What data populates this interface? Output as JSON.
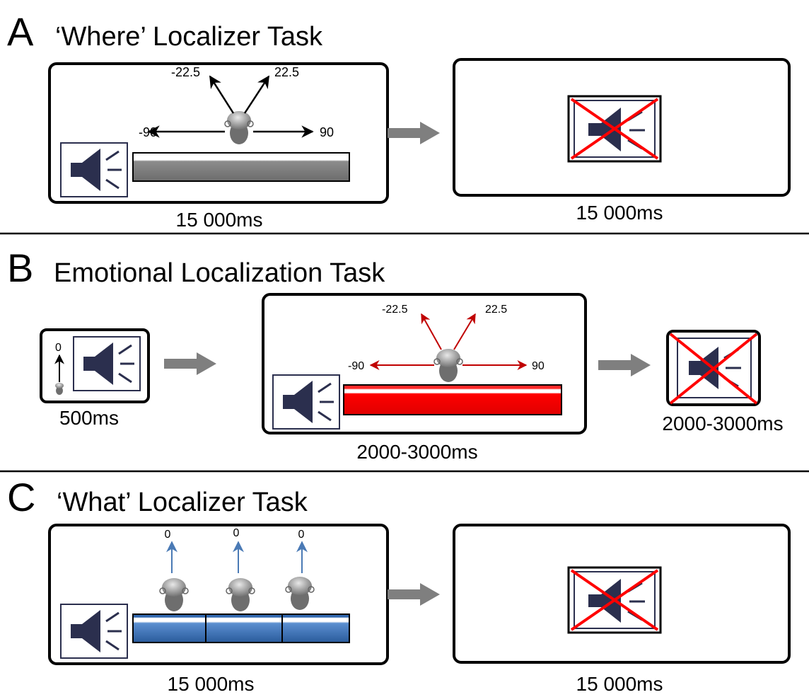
{
  "panels": [
    {
      "letter": "A",
      "title": "‘Where’ Localizer Task",
      "stim_time": "15 000ms",
      "silence_time": "15 000ms",
      "angles": {
        "left_up": "-22.5",
        "right_up": "22.5",
        "left": "-90",
        "right": "90"
      },
      "arrow_color": "#000000",
      "bar_color": "#7a7a7a"
    },
    {
      "letter": "B",
      "title": "Emotional Localization Task",
      "cue_time": "500ms",
      "cue_angle": "0",
      "stim_time": "2000-3000ms",
      "silence_time": "2000-3000ms",
      "angles": {
        "left_up": "-22.5",
        "right_up": "22.5",
        "left": "-90",
        "right": "90"
      },
      "arrow_color": "#c00000",
      "bar_color": "#ff0000"
    },
    {
      "letter": "C",
      "title": "‘What’ Localizer Task",
      "stim_time": "15 000ms",
      "silence_time": "15 000ms",
      "angles": [
        "0",
        "0",
        "0"
      ],
      "arrow_color": "#4a7ab5",
      "bar_color": "#2f66ad"
    }
  ],
  "colors": {
    "speaker": "#2b2f4e",
    "flow_arrow": "#7f7f7f",
    "cross": "#ff0000",
    "divider": "#000000"
  },
  "icons": {
    "speaker": "speaker-icon",
    "muted_speaker": "muted-speaker-icon",
    "head": "head-icon",
    "flow_arrow": "flow-arrow-icon"
  }
}
